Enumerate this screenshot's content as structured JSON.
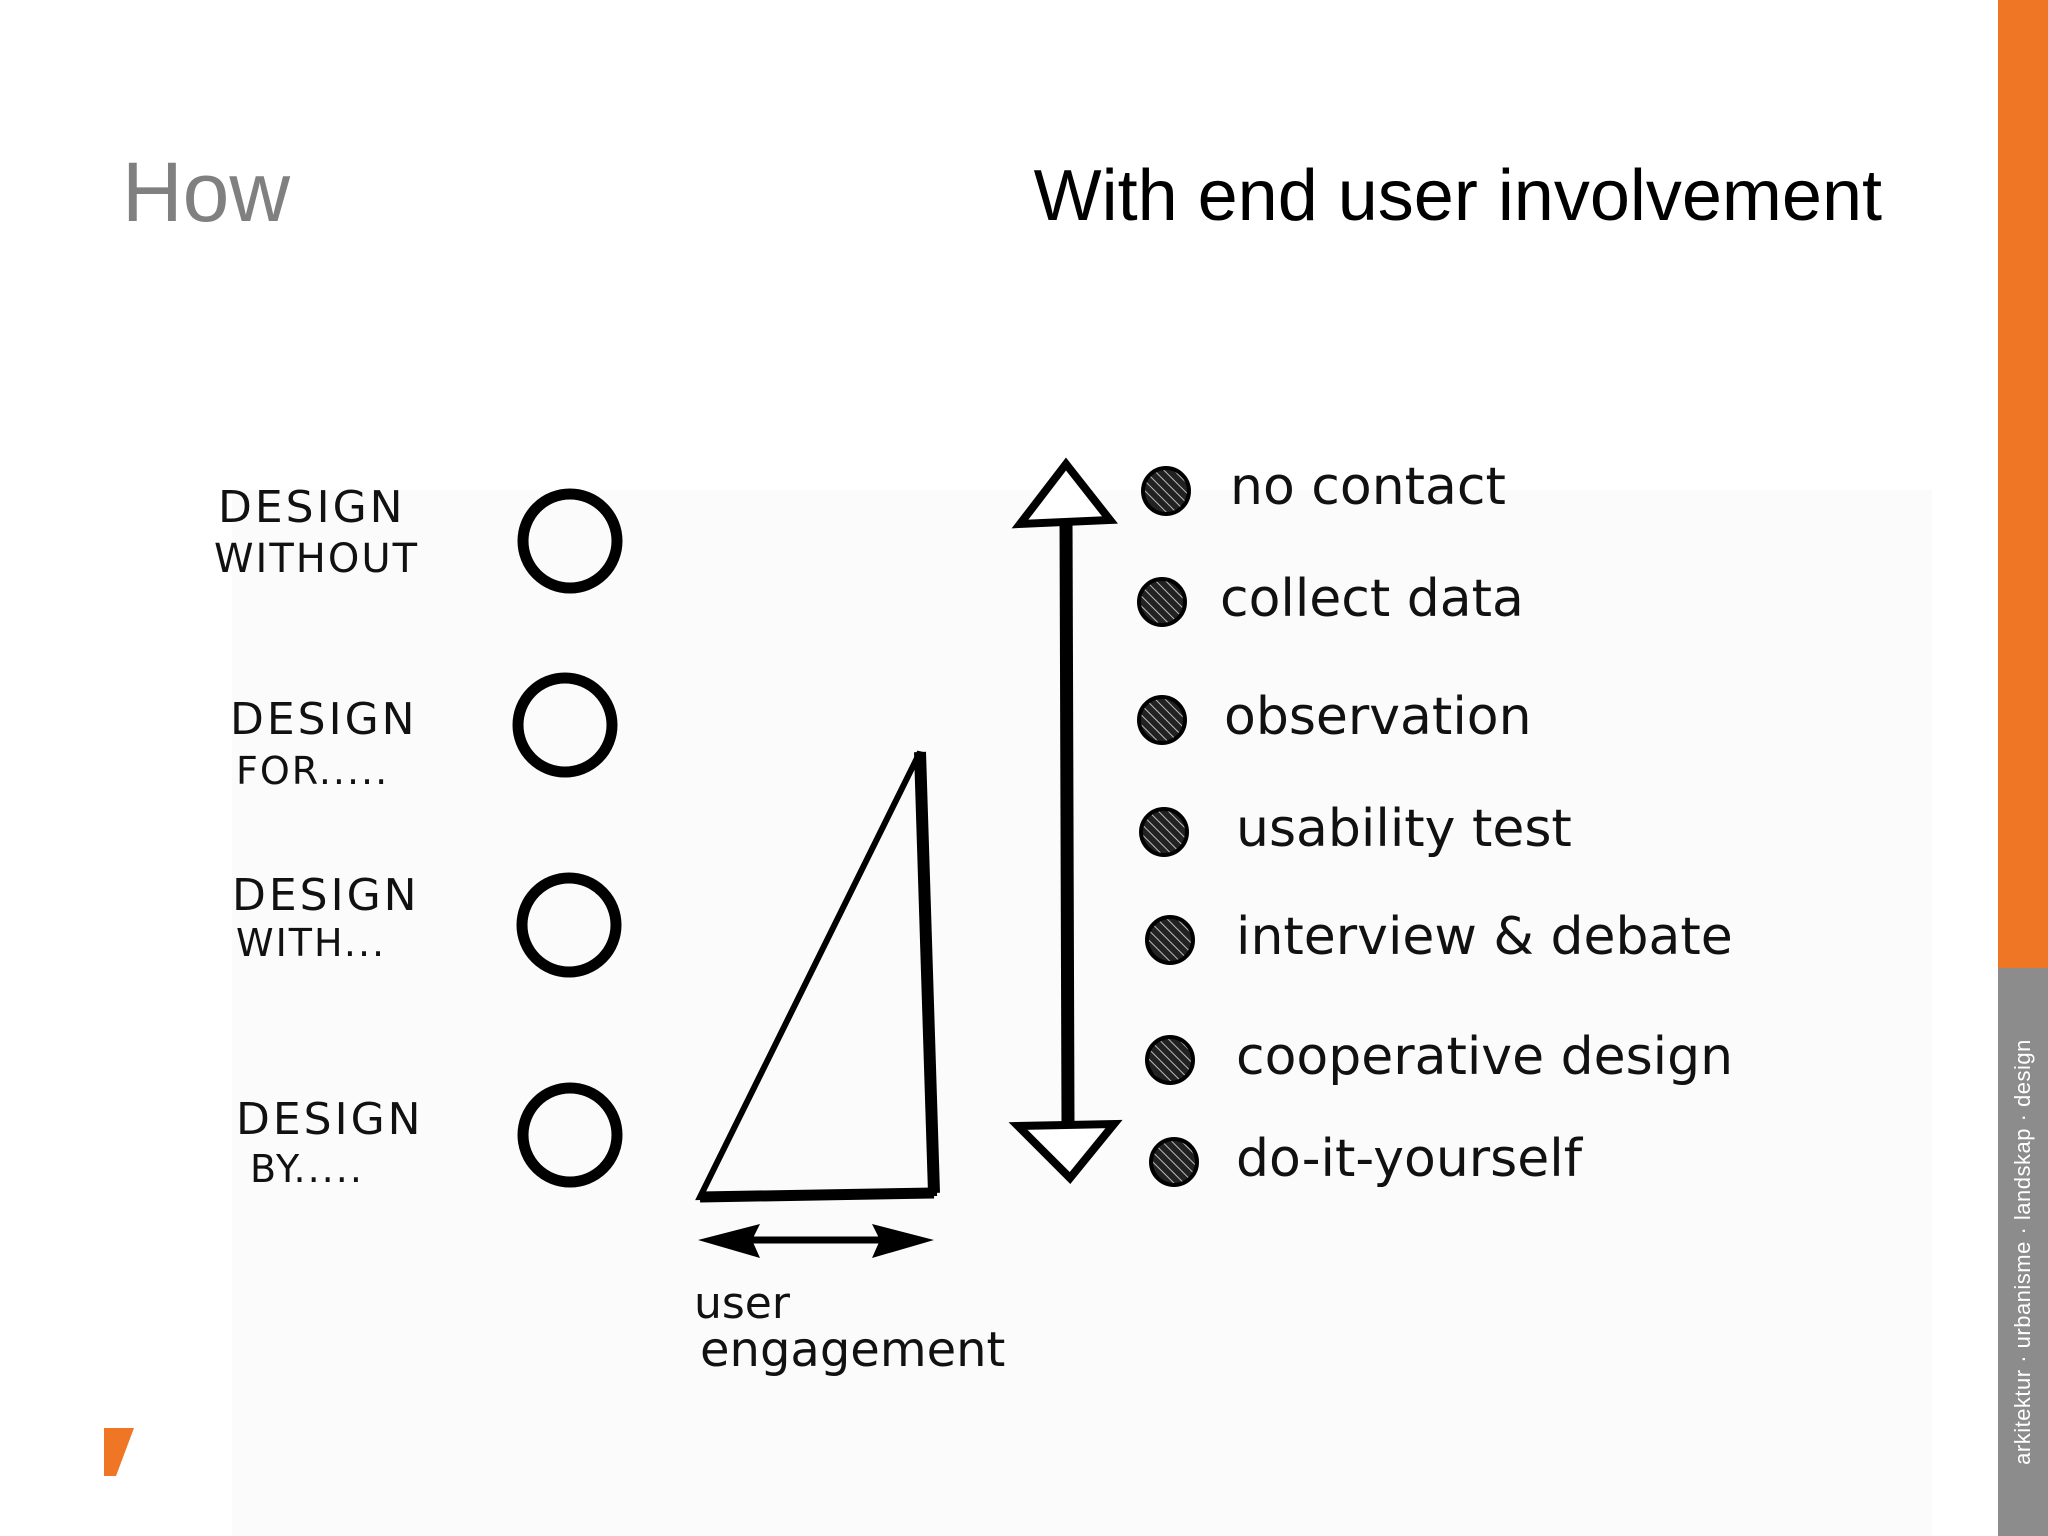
{
  "header": {
    "section_title": "How",
    "slide_title": "With end user involvement"
  },
  "diagram": {
    "levels": [
      {
        "line1": "DESIGN",
        "line2": "WITHOUT"
      },
      {
        "line1": "DESIGN",
        "line2": "FOR....."
      },
      {
        "line1": "DESIGN",
        "line2": "WITH..."
      },
      {
        "line1": "DESIGN",
        "line2": "BY....."
      }
    ],
    "engagement_label_line1": "user",
    "engagement_label_line2": "engagement",
    "methods": [
      "no contact",
      "collect data",
      "observation",
      "usability test",
      "interview & debate",
      "cooperative design",
      "do-it-yourself"
    ]
  },
  "sidebar": {
    "tagline": "arkitektur · urbanisme · landskap · design",
    "top_color": "#ef7625",
    "bottom_color": "#8c8c8c"
  }
}
